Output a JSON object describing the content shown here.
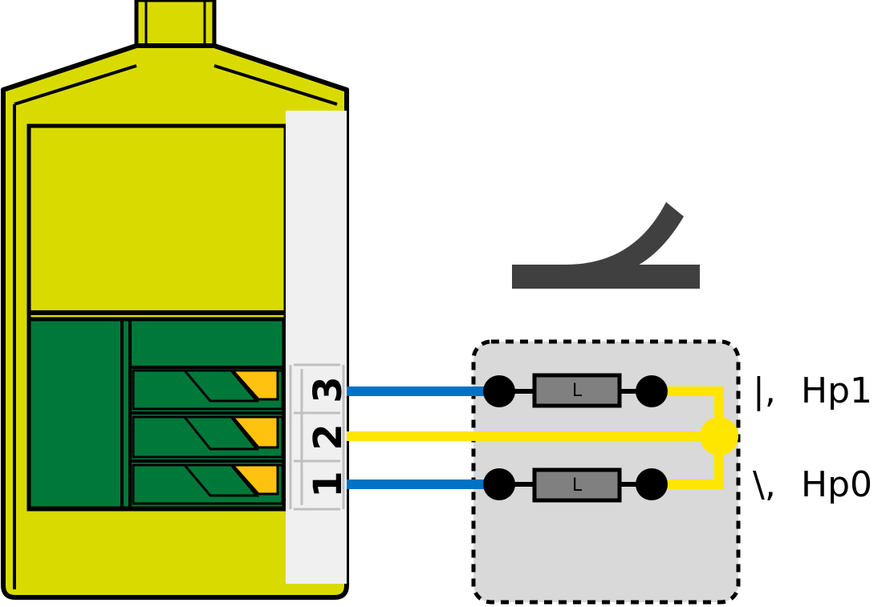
{
  "terminals": [
    {
      "number": "3",
      "wire_color": "#0072C6"
    },
    {
      "number": "2",
      "wire_color": "#FFE600"
    },
    {
      "number": "1",
      "wire_color": "#0072C6"
    }
  ],
  "lamps": [
    {
      "letter": "L"
    },
    {
      "letter": "L"
    }
  ],
  "aspects": [
    {
      "symbol": "|,",
      "name": "Hp1"
    },
    {
      "symbol": "\\,",
      "name": "Hp0"
    }
  ],
  "colors": {
    "housing": "#D9DB00",
    "terminal_block": "#00783A",
    "contact": "#FFC20E",
    "label_strip": "#F0F0F0",
    "signal_box": "#D9D9D9",
    "lamp_body": "#808080",
    "switch_symbol": "#404040"
  },
  "icons": {
    "turnout": "turnout-switch-icon"
  }
}
